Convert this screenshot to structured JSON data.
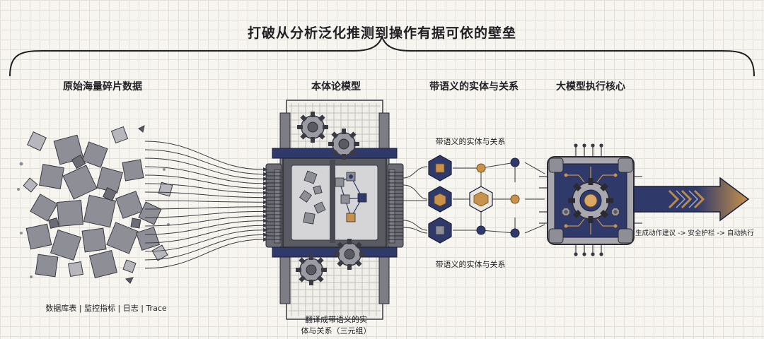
{
  "title": "打破从分析泛化推测到操作有据可依的壁垒",
  "stages": [
    {
      "title": "原始海量碎片数据",
      "caption": "数据库表 | 监控指标 | 日志 | Trace"
    },
    {
      "title": "本体论模型",
      "caption_lines": [
        "翻译成带语义的实",
        "体与关系（三元组）"
      ]
    },
    {
      "title": "带语义的实体与关系",
      "label_top": "带语义的实体与关系",
      "label_bottom": "带语义的实体与关系"
    },
    {
      "title": "大模型执行核心",
      "action": "生成动作建议 -> 安全护栏 -> 自动执行"
    }
  ],
  "colors": {
    "ink": "#1f1f24",
    "cube": "#8e8e96",
    "navy": "#2f3a6b",
    "gold": "#c9924a",
    "metal": "#a8a8ae"
  }
}
